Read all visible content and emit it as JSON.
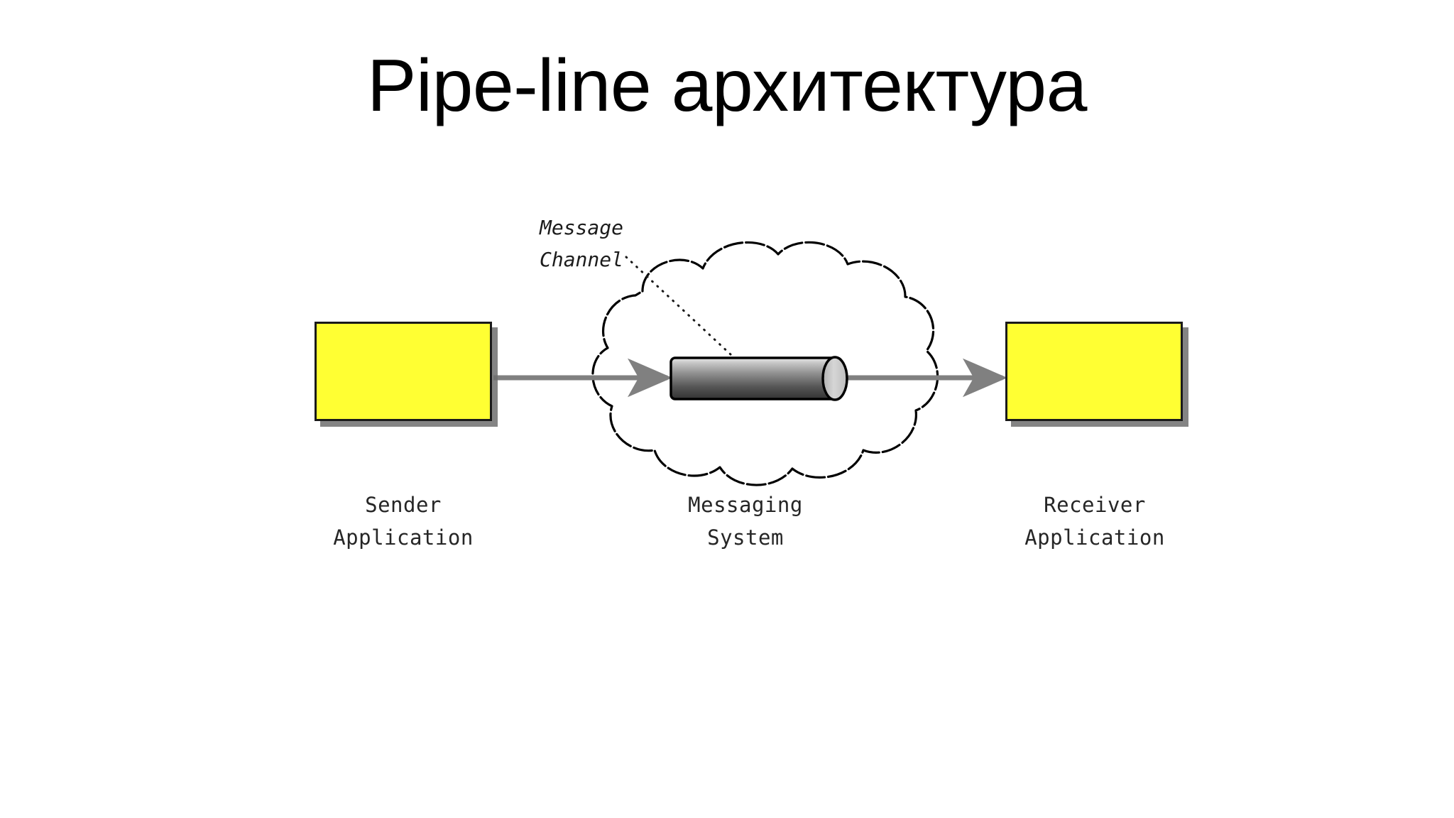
{
  "slide": {
    "title": "Pipe-line архитектура",
    "background_color": "#ffffff"
  },
  "diagram": {
    "name": "messaging-system-pipeline-diagram",
    "annotation": {
      "label": "Message\nChannel",
      "leader_line_style": "dotted",
      "points_to": "message-channel-pipe"
    },
    "nodes": [
      {
        "id": "sender-application",
        "shape": "rectangle",
        "fill_color": "#ffff33",
        "border_color": "#1a1a1a",
        "shadow_color": "#6e6e6e",
        "caption": "Sender\nApplication"
      },
      {
        "id": "messaging-system",
        "shape": "cloud",
        "fill_color": "#ffffff",
        "border_color": "#000000",
        "caption": "Messaging\nSystem"
      },
      {
        "id": "receiver-application",
        "shape": "rectangle",
        "fill_color": "#ffff33",
        "border_color": "#1a1a1a",
        "shadow_color": "#6e6e6e",
        "caption": "Receiver\nApplication"
      }
    ],
    "pipe": {
      "id": "message-channel-pipe",
      "shape": "cylinder",
      "gradient_top_color": "#d8d8d8",
      "gradient_bottom_color": "#3d3d3d",
      "cap_color": "#c9c9c9",
      "outline_color": "#000000"
    },
    "connectors": [
      {
        "id": "sender-to-system-arrow",
        "from": "sender-application",
        "to": "message-channel-pipe",
        "color": "#808080",
        "arrowhead": "right"
      },
      {
        "id": "system-to-receiver-arrow",
        "from": "message-channel-pipe",
        "to": "receiver-application",
        "color": "#808080",
        "arrowhead": "right"
      }
    ]
  },
  "colors": {
    "accent_yellow": "#ffff33",
    "connector_gray": "#808080",
    "outline_black": "#000000",
    "shadow_gray": "#6e6e6e"
  }
}
